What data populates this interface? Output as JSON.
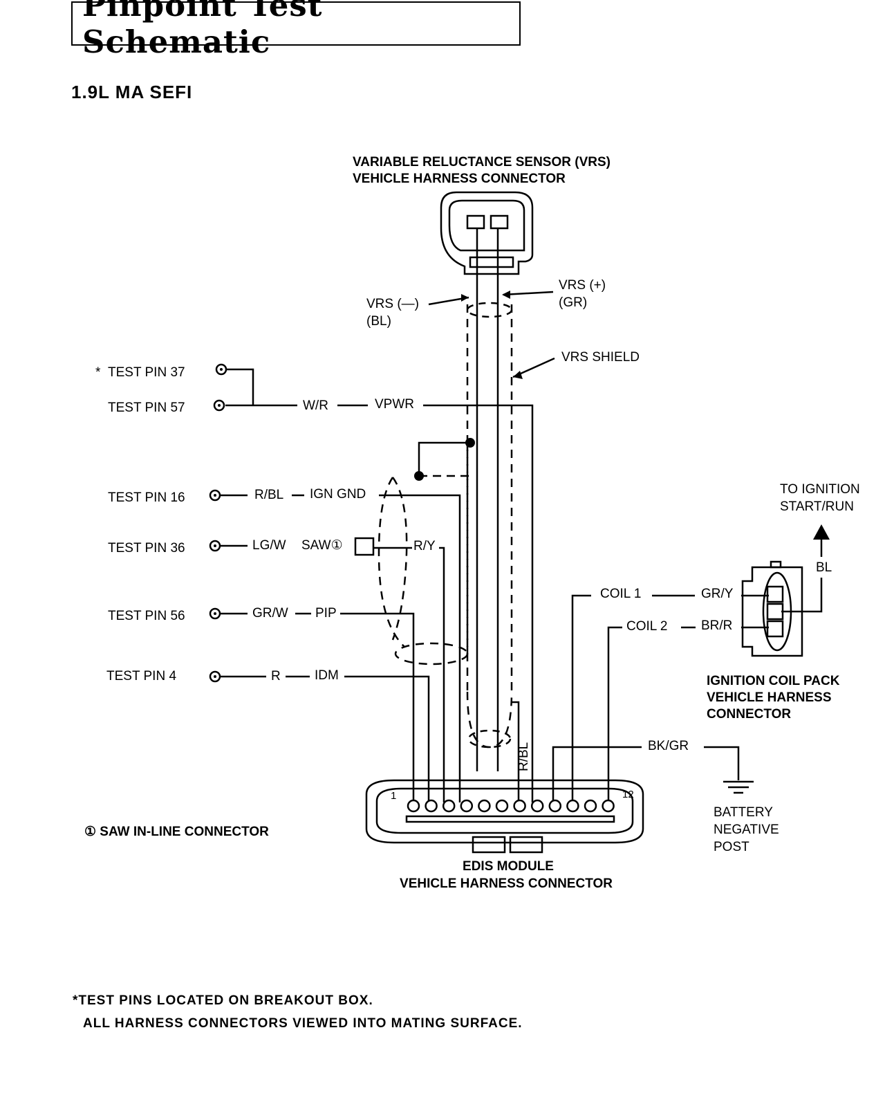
{
  "title": "Pinpoint Test Schematic",
  "subtitle": "1.9L MA SEFI",
  "vrs_connector": {
    "title_line1": "VARIABLE RELUCTANCE SENSOR (VRS)",
    "title_line2": "VEHICLE HARNESS CONNECTOR",
    "minus_label": "VRS (—)",
    "minus_color": "(BL)",
    "plus_label": "VRS (+)",
    "plus_color": "(GR)",
    "shield_label": "VRS SHIELD"
  },
  "test_pins": [
    {
      "marker": "*",
      "label": "TEST PIN 37",
      "wire": "",
      "signal": ""
    },
    {
      "marker": "",
      "label": "TEST PIN 57",
      "wire": "W/R",
      "signal": "VPWR"
    },
    {
      "marker": "",
      "label": "TEST PIN 16",
      "wire": "R/BL",
      "signal": "IGN GND"
    },
    {
      "marker": "",
      "label": "TEST PIN 36",
      "wire": "LG/W",
      "signal": "SAW①"
    },
    {
      "marker": "",
      "label": "TEST PIN 56",
      "wire": "GR/W",
      "signal": "PIP"
    },
    {
      "marker": "",
      "label": "TEST PIN 4",
      "wire": "R",
      "signal": "IDM"
    }
  ],
  "wires": {
    "r_y": "R/Y",
    "r_bl": "R/BL",
    "bk_gr": "BK/GR"
  },
  "coil_pack": {
    "coil1": "COIL 1",
    "coil1_wire": "GR/Y",
    "coil2": "COIL 2",
    "coil2_wire": "BR/R",
    "bl_wire": "BL",
    "to_ignition_line1": "TO IGNITION",
    "to_ignition_line2": "START/RUN",
    "title_line1": "IGNITION COIL PACK",
    "title_line2": "VEHICLE HARNESS",
    "title_line3": "CONNECTOR"
  },
  "ground": {
    "line1": "BATTERY",
    "line2": "NEGATIVE",
    "line3": "POST"
  },
  "edis": {
    "pin_first": "1",
    "pin_last": "12",
    "title_line1": "EDIS MODULE",
    "title_line2": "VEHICLE HARNESS CONNECTOR"
  },
  "saw_note": "① SAW IN-LINE CONNECTOR",
  "footnotes": [
    "*TEST PINS LOCATED ON BREAKOUT BOX.",
    "ALL HARNESS CONNECTORS VIEWED INTO MATING SURFACE."
  ]
}
